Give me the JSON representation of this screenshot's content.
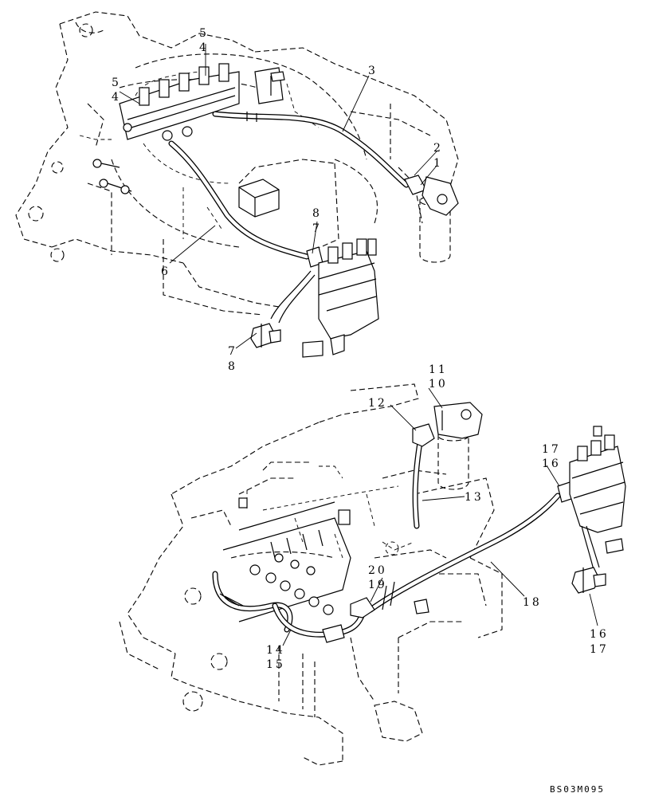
{
  "callouts": [
    {
      "id": "c5a",
      "text": "5"
    },
    {
      "id": "c4a",
      "text": "4"
    },
    {
      "id": "c5b",
      "text": "5"
    },
    {
      "id": "c4b",
      "text": "4"
    },
    {
      "id": "c3",
      "text": "3"
    },
    {
      "id": "c2",
      "text": "2"
    },
    {
      "id": "c1",
      "text": "1"
    },
    {
      "id": "c8a",
      "text": "8"
    },
    {
      "id": "c7a",
      "text": "7"
    },
    {
      "id": "c6",
      "text": "6"
    },
    {
      "id": "c7b",
      "text": "7"
    },
    {
      "id": "c8b",
      "text": "8"
    },
    {
      "id": "c11",
      "text": "11"
    },
    {
      "id": "c10",
      "text": "10"
    },
    {
      "id": "c12",
      "text": "12"
    },
    {
      "id": "c13",
      "text": "13"
    },
    {
      "id": "c17a",
      "text": "17"
    },
    {
      "id": "c16a",
      "text": "16"
    },
    {
      "id": "c20",
      "text": "20"
    },
    {
      "id": "c19",
      "text": "19"
    },
    {
      "id": "c18",
      "text": "18"
    },
    {
      "id": "c14",
      "text": "14"
    },
    {
      "id": "c15",
      "text": "15"
    },
    {
      "id": "c16b",
      "text": "16"
    },
    {
      "id": "c17b",
      "text": "17"
    }
  ],
  "reference_code": "BS03M095"
}
